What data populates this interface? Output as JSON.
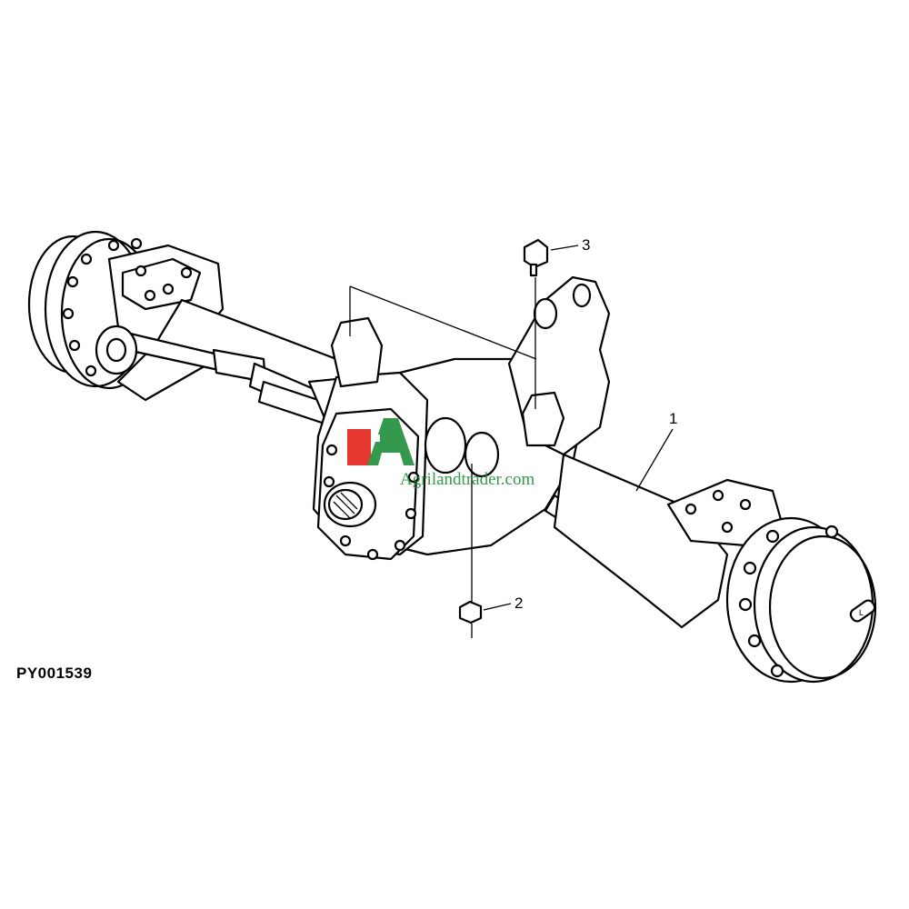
{
  "figure_id": "PY001539",
  "callouts": [
    {
      "label": "1"
    },
    {
      "label": "2"
    },
    {
      "label": "3"
    }
  ],
  "watermark": {
    "text": "Agrilandtrader.com",
    "colors": {
      "red": "#e2231a",
      "green": "#1f8f3a"
    }
  },
  "hub_badge": "L"
}
